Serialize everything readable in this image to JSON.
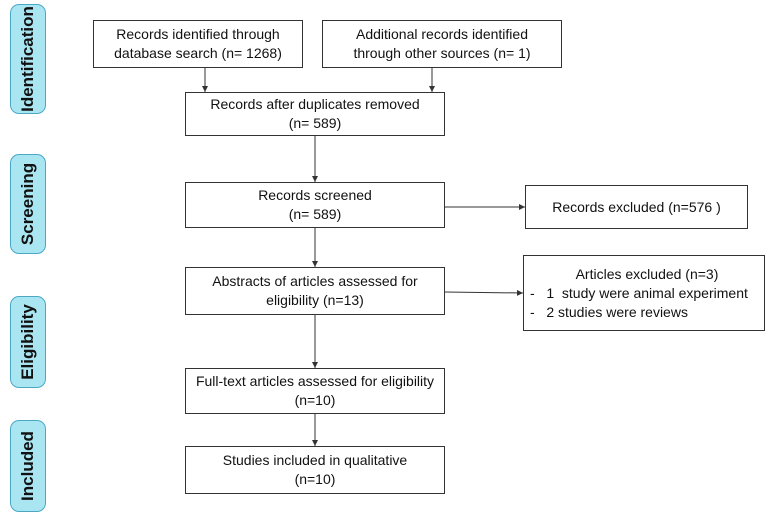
{
  "stages": {
    "identification": "Identification",
    "screening": "Screening",
    "eligibility": "Eligibility",
    "included": "Included"
  },
  "boxes": {
    "database_search": {
      "line1": "Records identified through",
      "line2": "database search (n= 1268)"
    },
    "other_sources": {
      "line1": "Additional records identified",
      "line2": "through other sources (n= 1)"
    },
    "after_duplicates": {
      "line1": "Records after duplicates removed",
      "line2": "(n= 589)"
    },
    "screened": {
      "line1": "Records screened",
      "line2": "(n= 589)"
    },
    "excluded_records": {
      "line1": "Records excluded (n=576 )"
    },
    "abstracts": {
      "line1": "Abstracts of articles assessed for",
      "line2": "eligibility (n=13)"
    },
    "articles_excluded": {
      "title": "Articles excluded (n=3)",
      "items": [
        "-   1  study were animal experiment",
        "-   2 studies were reviews"
      ]
    },
    "full_text": {
      "line1": "Full-text articles assessed for eligibility",
      "line2": "(n=10)"
    },
    "included": {
      "line1": "Studies included in qualitative",
      "line2": "(n=10)"
    }
  },
  "colors": {
    "stage_fill": "#a9e6f2",
    "stage_border": "#4aa8c4",
    "line": "#333333"
  }
}
